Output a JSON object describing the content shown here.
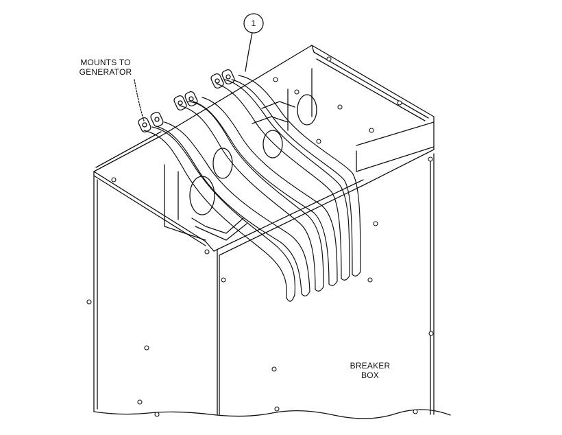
{
  "callout": {
    "number": "1"
  },
  "labels": {
    "mounts_line1": "MOUNTS TO",
    "mounts_line2": "GENERATOR",
    "breaker_line1": "BREAKER",
    "breaker_line2": "BOX"
  },
  "colors": {
    "ink": "#111111",
    "paper": "#ffffff"
  }
}
